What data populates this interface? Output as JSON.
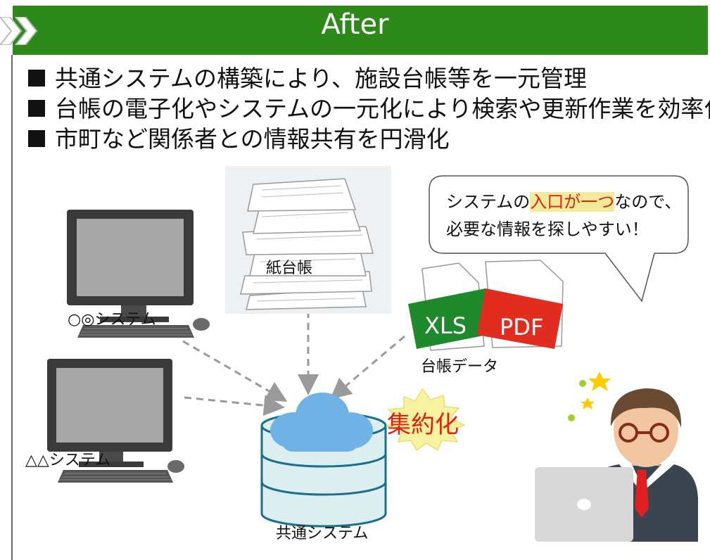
{
  "header": {
    "title": "After"
  },
  "bullets": [
    "共通システムの構築により、施設台帳等を一元管理",
    "台帳の電子化やシステムの一元化により検索や更新作業を効率化",
    "市町など関係者との情報共有を円滑化"
  ],
  "diagram": {
    "system_a_label": "○◎システム",
    "system_b_label": "△△システム",
    "paper_label": "紙台帳",
    "xls_label": "XLS",
    "pdf_label": "PDF",
    "data_label": "台帳データ",
    "common_label": "共通システム",
    "consolidate_label": "集約化",
    "bubble": {
      "line1_pre": "システムの",
      "line1_highlight": "入口が一つ",
      "line1_post": "なので、",
      "line2": "必要な情報を探しやすい！"
    }
  },
  "colors": {
    "header_green": "#2d8a1a",
    "xls_green": "#1f8a2c",
    "pdf_red": "#e02d1f",
    "cloud_blue": "#6fb3e6",
    "db_fill": "#ddeef1",
    "db_stroke": "#1a6e8f",
    "highlight": "#e0220f"
  }
}
